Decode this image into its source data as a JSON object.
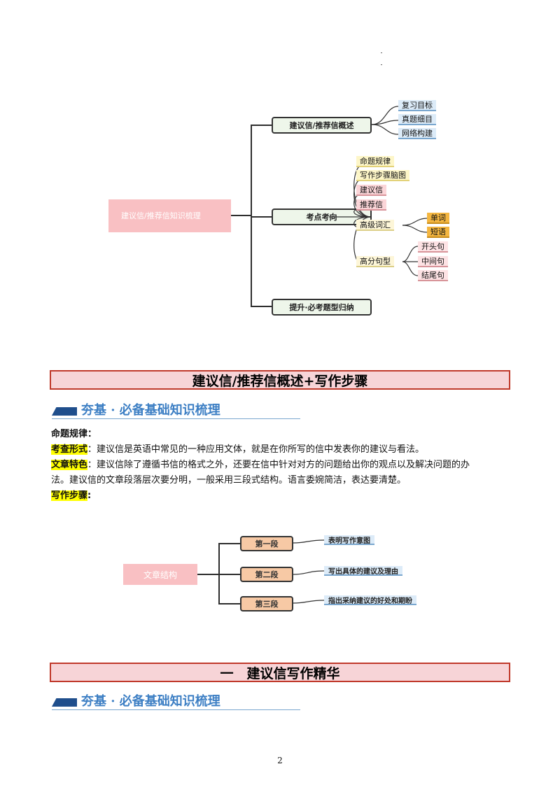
{
  "mindmap": {
    "root": "建议信/推荐信知识梳理",
    "branches": [
      {
        "label": "建议信/推荐信概述",
        "children": [
          "复习目标",
          "真题细目",
          "网络构建"
        ]
      },
      {
        "label": "考点考向",
        "children": [
          "命题规律",
          "写作步骤脑图",
          "建议信",
          "推荐信",
          "高级词汇",
          "高分句型"
        ],
        "vocab": [
          "单词",
          "短语"
        ],
        "sentences": [
          "开头句",
          "中间句",
          "结尾句"
        ]
      },
      {
        "label": "提升·必考题型归纳",
        "children": []
      }
    ]
  },
  "section1": {
    "banner": "建议信/推荐信概述+写作步骤",
    "subhead": "夯基 · 必备基础知识梳理",
    "heading": "命题规律：",
    "form_label": "考查形式",
    "form_text": "：建议信是英语中常见的一种应用文体，就是在你所写的信中发表你的建议与看法。",
    "feature_label": "文章特色",
    "feature_text_1": "：建议信除了遵循书信的格式之外，还要在信中针对对方的问题给出你的观点以及解决问题的办",
    "feature_text_2": "法。建议信的文章段落层次要分明，一般采用三段式结构。语言委婉简洁，表达要清楚。",
    "steps_label": "写作步骤",
    "steps_colon": ":"
  },
  "structure": {
    "root": "文章结构",
    "steps": [
      {
        "label": "第一段",
        "desc": "表明写作意图"
      },
      {
        "label": "第二段",
        "desc": "写出具体的建议及理由"
      },
      {
        "label": "第三段",
        "desc": "指出采纳建议的好处和期盼"
      }
    ]
  },
  "section2": {
    "banner": "一　建议信写作精华",
    "subhead": "夯基 · 必备基础知识梳理"
  },
  "page_number": "2"
}
